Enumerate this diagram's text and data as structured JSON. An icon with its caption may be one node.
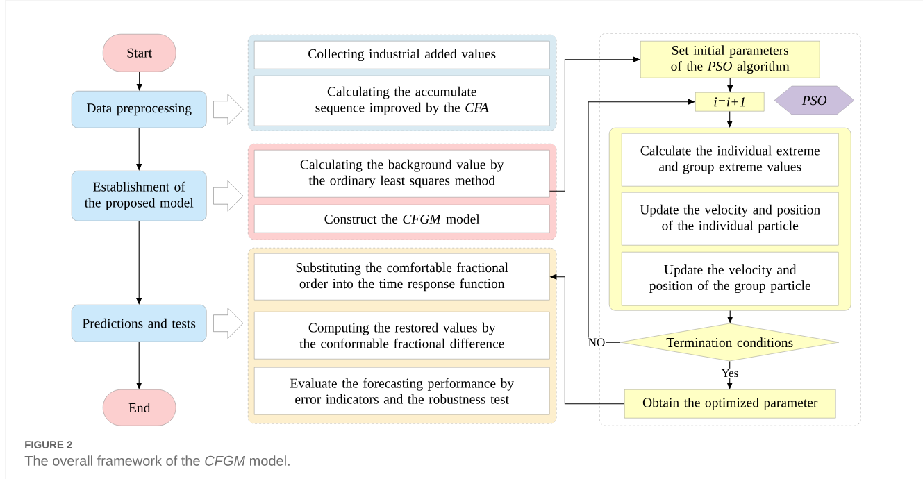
{
  "diagram": {
    "title": "FIGURE 2",
    "caption": "The overall framework of the *CFGM* model.",
    "nodes": [
      {
        "text": [
          "Start"
        ]
      },
      {
        "text": [
          "Data preprocessing"
        ]
      },
      {
        "text": [
          "Establishment of the proposed model"
        ]
      },
      {
        "text": [
          "Predictions and tests"
        ]
      },
      {
        "text": [
          "End"
        ]
      },
      {
        "text": [],
        "shape": "box"
      },
      {
        "text": [
          "Collecting industrial added values"
        ],
        "in": 5
      },
      {
        "text": [
          "Calculating the accumulate sequence improved by the *CFA*"
        ],
        "in": 5
      },
      {
        "text": [],
        "shape": "box"
      },
      {
        "text": [
          "Calculating the background value by the ordinary least squares method"
        ],
        "in": 8
      },
      {
        "text": [
          "Construct the *CFGM* model"
        ],
        "in": 8
      },
      {
        "text": [],
        "shape": "box"
      },
      {
        "text": [
          "Substituting the comfortable fractional order into the time response function"
        ],
        "in": 11
      },
      {
        "text": [
          "Computing the restored values by the conformable fractional difference"
        ],
        "in": 11
      },
      {
        "text": [
          "Evaluate the forecasting performance by error indicators and the robustness test"
        ],
        "in": 11
      },
      {
        "text": [],
        "shape": "box"
      },
      {
        "text": [
          "Set initial parameters of the *PSO* algorithm"
        ],
        "in": 15
      },
      {
        "text": [
          "i=i+1"
        ],
        "in": 15
      },
      {
        "text": [
          "PSO"
        ],
        "in": 15
      },
      {
        "text": [],
        "shape": "box",
        "in": 15
      },
      {
        "text": [
          "Calculate the individual extreme and group extreme values"
        ],
        "in": 19
      },
      {
        "text": [
          "Update the velocity and position of the individual particle"
        ],
        "in": 19
      },
      {
        "text": [
          "Update the velocity and position of the group particle"
        ],
        "in": 19
      },
      {
        "text": [
          "Termination conditions"
        ],
        "in": 15
      },
      {
        "text": [
          "Obtain the optimized parameter"
        ],
        "in": 15
      }
    ],
    "edges": [
      {
        "from": 0,
        "to": 1,
        "arrow": "to"
      },
      {
        "from": 1,
        "to": 2,
        "arrow": "to"
      },
      {
        "from": 2,
        "to": 3,
        "arrow": "to"
      },
      {
        "from": 3,
        "to": 4,
        "arrow": "to"
      },
      {
        "from": 1,
        "to": 5,
        "arrow": "to",
        "style": "thick"
      },
      {
        "from": 2,
        "to": 8,
        "arrow": "to",
        "style": "thick"
      },
      {
        "from": 3,
        "to": 11,
        "arrow": "to",
        "style": "thick"
      },
      {
        "from": 9,
        "to": 16,
        "arrow": "to"
      },
      {
        "from": 16,
        "to": 17,
        "arrow": "to"
      },
      {
        "from": 17,
        "to": 19,
        "arrow": "to"
      },
      {
        "from": 19,
        "to": 23,
        "arrow": "to"
      },
      {
        "from": 23,
        "to": 24,
        "arrow": "to",
        "label": "Yes"
      },
      {
        "from": 23,
        "to": 17,
        "arrow": "to",
        "label": "NO"
      },
      {
        "from": 24,
        "to": 12,
        "arrow": "to"
      }
    ]
  }
}
